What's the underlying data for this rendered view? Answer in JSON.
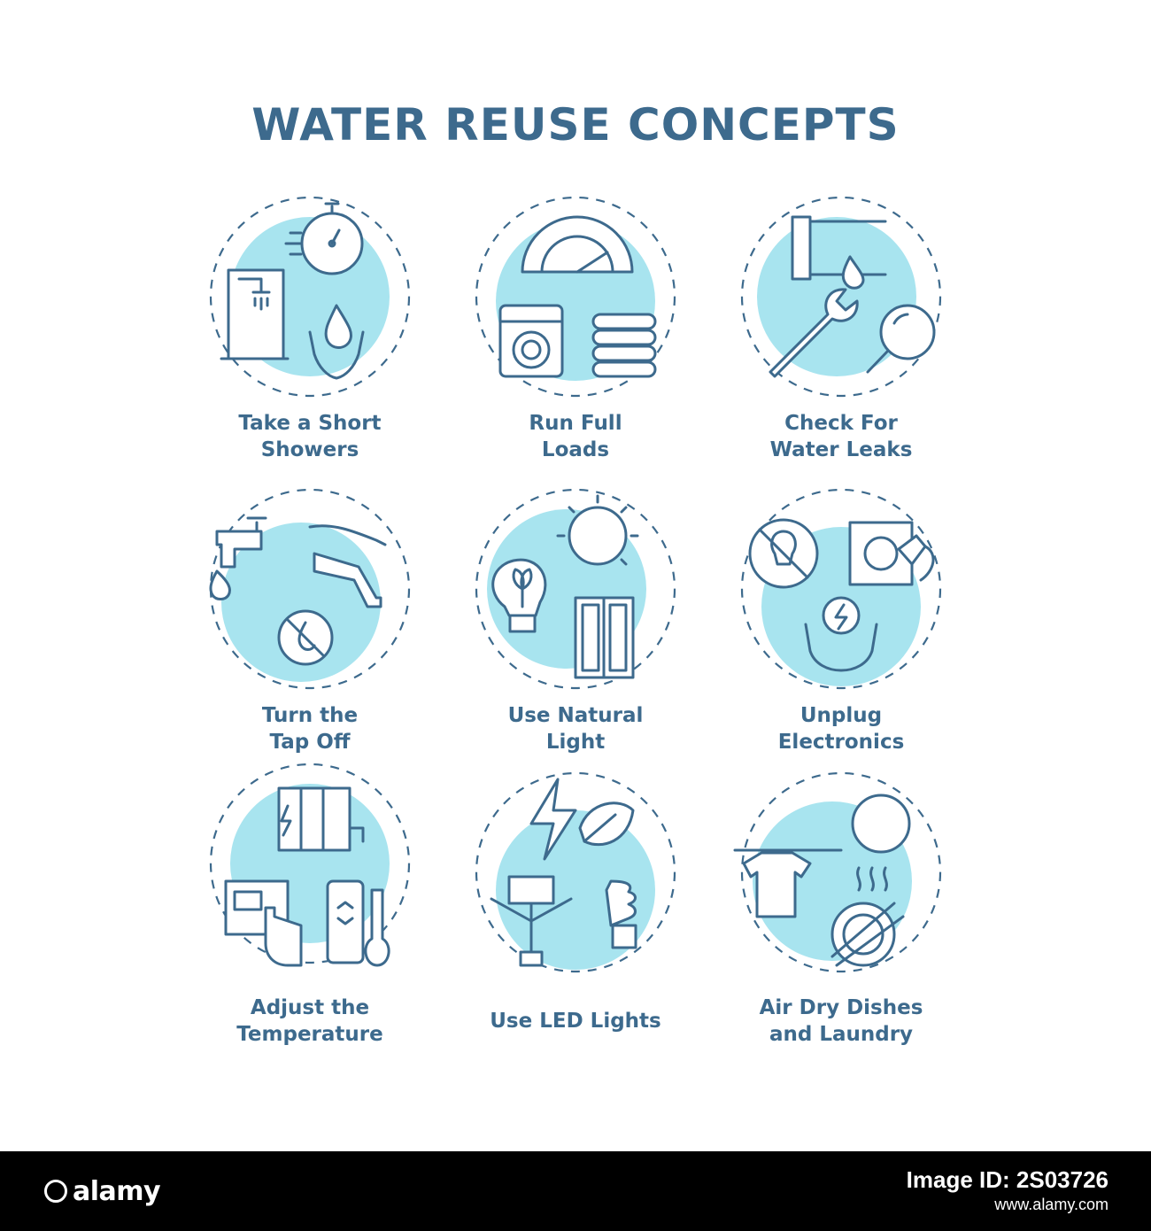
{
  "title": "WATER REUSE CONCEPTS",
  "accent_color": "#a8e4ef",
  "text_color": "#3d6a8d",
  "concepts": [
    {
      "lines": [
        "Take a Short",
        "Showers"
      ],
      "icon": "shower-timer-icon"
    },
    {
      "lines": [
        "Run Full",
        "Loads"
      ],
      "icon": "washing-machine-icon"
    },
    {
      "lines": [
        "Check For",
        "Water Leaks"
      ],
      "icon": "leak-wrench-icon"
    },
    {
      "lines": [
        "Turn the",
        "Tap Off"
      ],
      "icon": "tap-off-icon"
    },
    {
      "lines": [
        "Use Natural",
        "Light"
      ],
      "icon": "sun-window-icon"
    },
    {
      "lines": [
        "Unplug",
        "Electronics"
      ],
      "icon": "unplug-icon"
    },
    {
      "lines": [
        "Adjust the",
        "Temperature"
      ],
      "icon": "thermostat-icon"
    },
    {
      "lines": [
        "Use LED Lights"
      ],
      "icon": "led-solar-icon"
    },
    {
      "lines": [
        "Air Dry Dishes",
        "and Laundry"
      ],
      "icon": "air-dry-icon"
    }
  ],
  "footer": {
    "logo": "alamy",
    "image_id_label": "Image ID: 2S03726",
    "url": "www.alamy.com"
  }
}
